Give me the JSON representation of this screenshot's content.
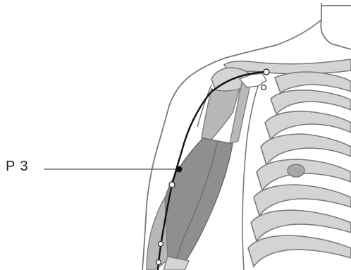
{
  "figure": {
    "point_label": "P 3",
    "colors": {
      "outline": "#7a7a7a",
      "bone_fill": "#d4d4d4",
      "muscle_dark": "#8f8f8f",
      "muscle_light": "#b8b8b8",
      "meridian_line": "#111111",
      "leader_line": "#555555",
      "background": "#ffffff"
    },
    "point_markers": [
      {
        "name": "acromion-point",
        "style": "open"
      },
      {
        "name": "p3-point",
        "style": "filled"
      },
      {
        "name": "upper-arm-point",
        "style": "open"
      },
      {
        "name": "elbow-upper-point",
        "style": "open"
      },
      {
        "name": "elbow-lower-point",
        "style": "open"
      }
    ]
  }
}
